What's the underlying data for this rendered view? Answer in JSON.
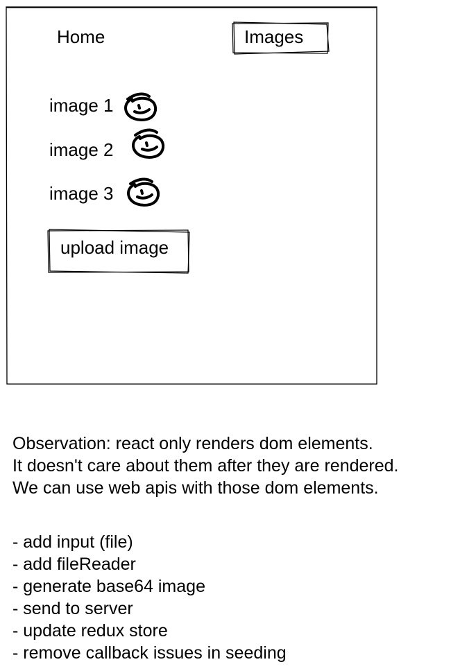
{
  "mockup": {
    "nav": {
      "home_label": "Home",
      "images_label": "Images"
    },
    "images": [
      {
        "label": "image 1",
        "icon": "smiley-face-icon"
      },
      {
        "label": "image 2",
        "icon": "smiley-face-icon"
      },
      {
        "label": "image 3",
        "icon": "smiley-face-icon"
      }
    ],
    "upload_button_label": "upload image"
  },
  "notes": {
    "observation_lines": [
      "Observation: react only renders dom elements.",
      "It doesn't care about them after they are rendered.",
      "We can use web apis with those dom elements."
    ],
    "todo_items": [
      "- add input (file)",
      "- add fileReader",
      "- generate base64 image",
      "- send to server",
      "- update redux store",
      "- remove callback issues in seeding"
    ]
  },
  "colors": {
    "ink": "#000000",
    "paper": "#ffffff"
  }
}
